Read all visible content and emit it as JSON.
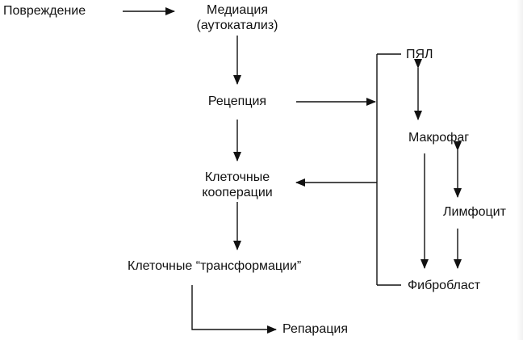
{
  "nodes": {
    "damage": "Повреждение",
    "mediation_line1": "Медиация",
    "mediation_line2": "(аутокатализ)",
    "reception": "Рецепция",
    "cooperation_line1": "Клеточные",
    "cooperation_line2": "кооперации",
    "transformation": "Клеточные “трансформации”",
    "reparation": "Репарация",
    "pmn": "ПЯЛ",
    "macrophage": "Макрофаг",
    "lymphocyte": "Лимфоцит",
    "fibroblast": "Фибробласт"
  },
  "colors": {
    "line": "#111111",
    "text": "#111111",
    "background": "#ffffff"
  }
}
